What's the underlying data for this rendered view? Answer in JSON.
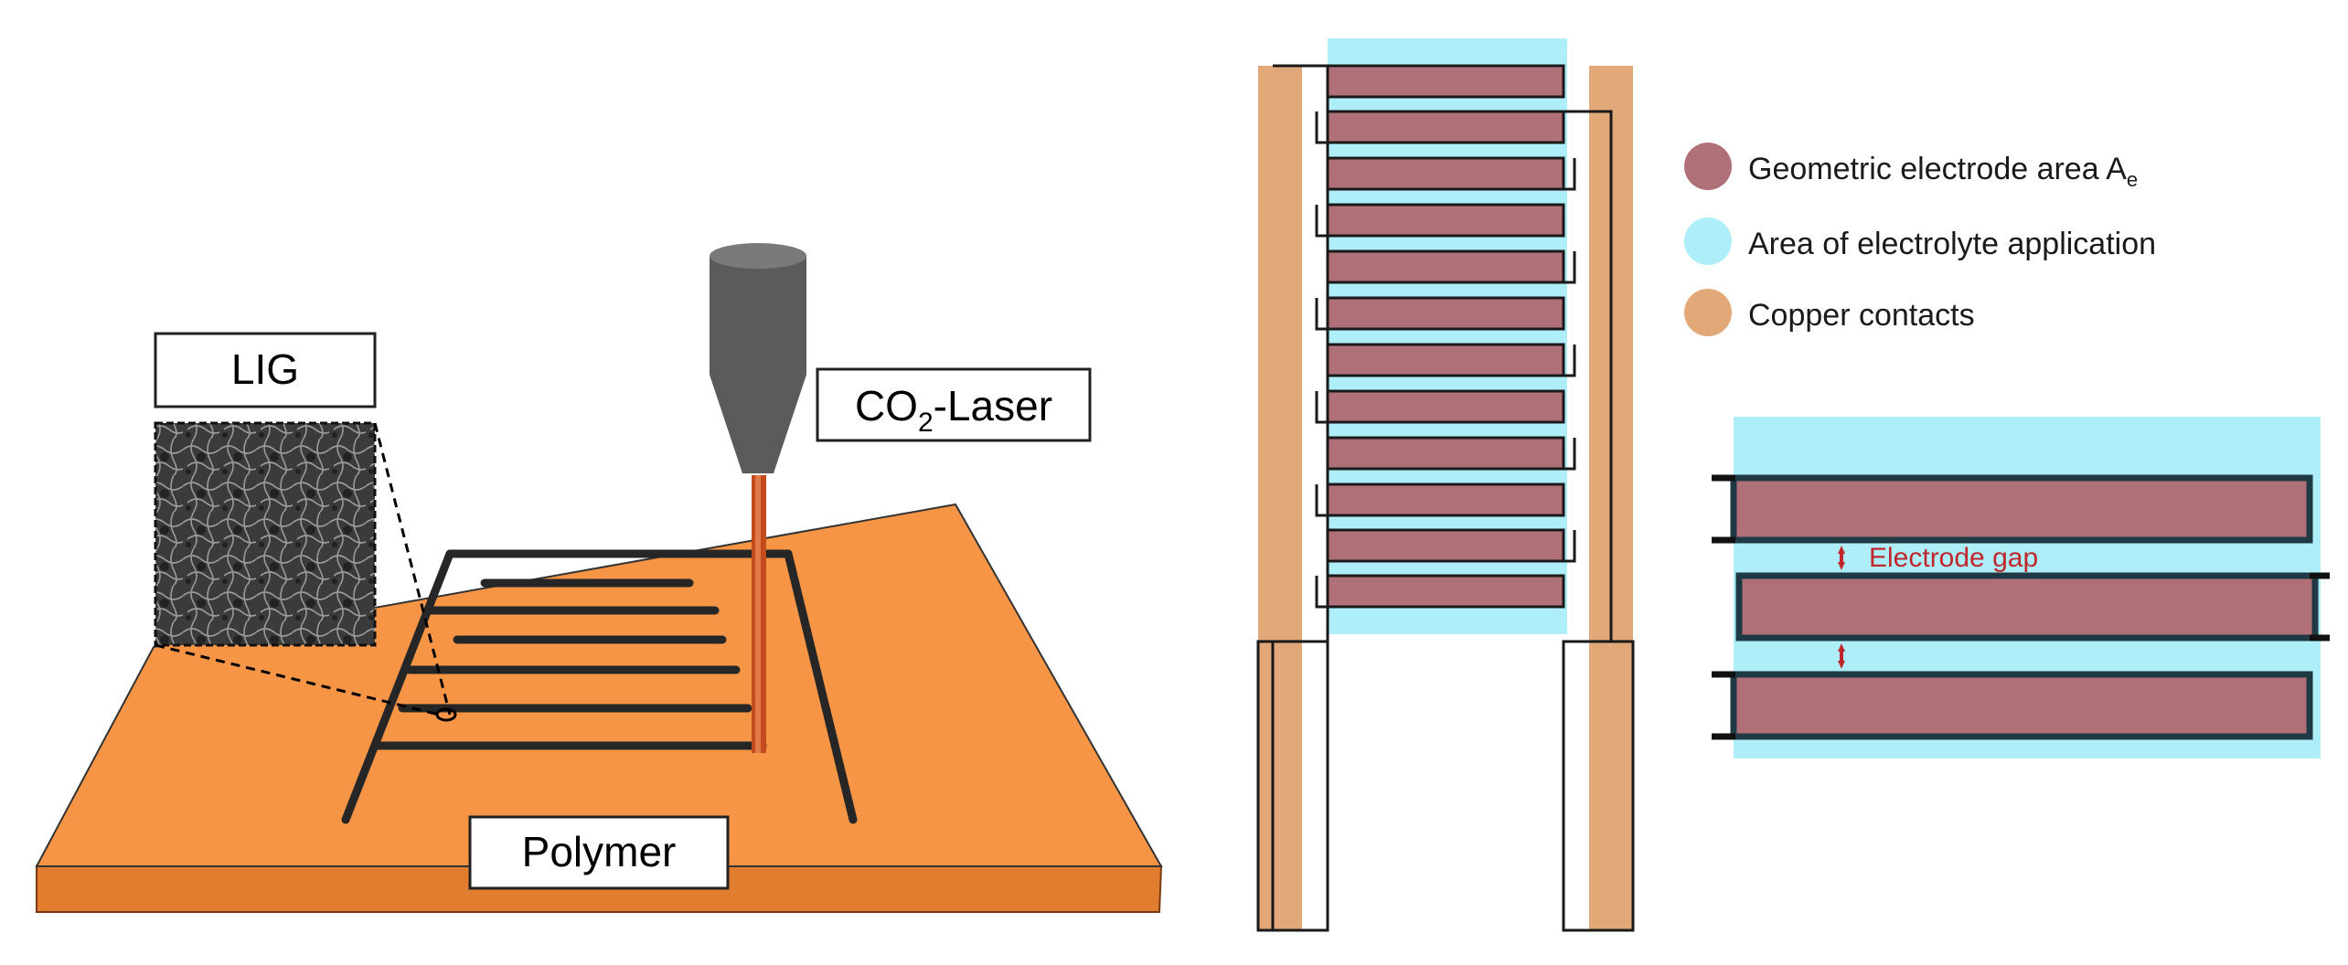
{
  "labels": {
    "lig": "LIG",
    "laser_main": "CO",
    "laser_sub": "2",
    "laser_rest": "-Laser",
    "polymer": "Polymer"
  },
  "legend": [
    {
      "text": "Geometric electrode area A",
      "subscript": "e",
      "color": "#b07078"
    },
    {
      "text": "Area of electrolyte application",
      "subscript": "",
      "color": "#aeeef8"
    },
    {
      "text": "Copper contacts",
      "subscript": "",
      "color": "#e3a878"
    }
  ],
  "gap_label": "Electrode gap",
  "colors": {
    "polymer": "#f59545",
    "electrode": "#b07078",
    "electrolyte": "#aeeef8",
    "copper": "#e3a878",
    "laser_body": "#5b5b5b",
    "laser_beam": "#c24a1c",
    "gap_marker": "#c0272d",
    "outline_dark": "#1f3a44"
  }
}
